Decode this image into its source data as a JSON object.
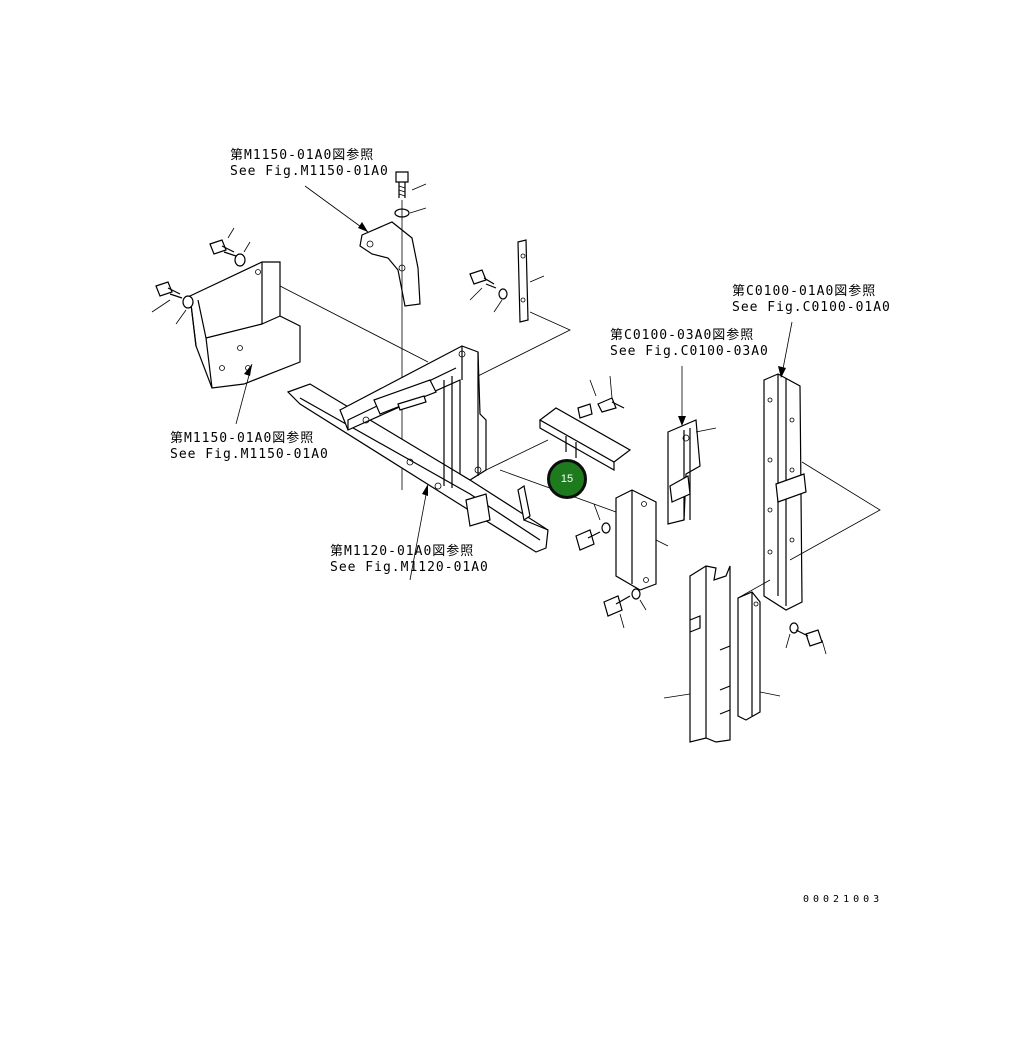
{
  "references": [
    {
      "jp": "第M1150-01A0図参照",
      "en": "See Fig.M1150-01A0"
    },
    {
      "jp": "第M1150-01A0図参照",
      "en": "See Fig.M1150-01A0"
    },
    {
      "jp": "第M1120-01A0図参照",
      "en": "See Fig.M1120-01A0"
    },
    {
      "jp": "第C0100-03A0図参照",
      "en": "See Fig.C0100-03A0"
    },
    {
      "jp": "第C0100-01A0図参照",
      "en": "See Fig.C0100-01A0"
    }
  ],
  "callout": {
    "number": "15"
  },
  "document_number": "00021003",
  "colors": {
    "callout_fill": "#1d7a1d",
    "line": "#000000",
    "background": "#ffffff"
  }
}
